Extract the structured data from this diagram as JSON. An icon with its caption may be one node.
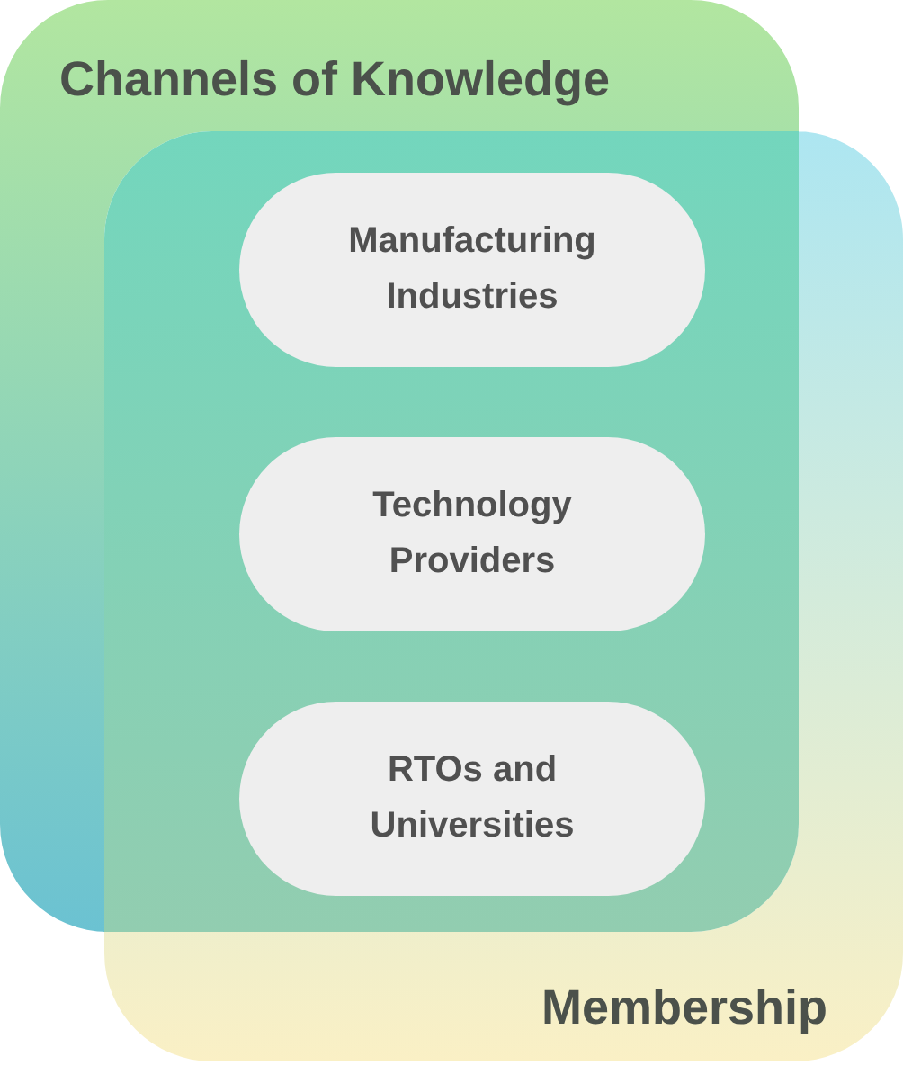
{
  "diagram": {
    "nodes": [
      {
        "text": [
          "Channels of Knowledge"
        ]
      },
      {
        "text": [
          "Membership"
        ]
      },
      {
        "text": [
          "Manufacturing Industries"
        ]
      },
      {
        "text": [
          "Technology Providers"
        ]
      },
      {
        "text": [
          "RTOs and Universities"
        ]
      }
    ]
  }
}
